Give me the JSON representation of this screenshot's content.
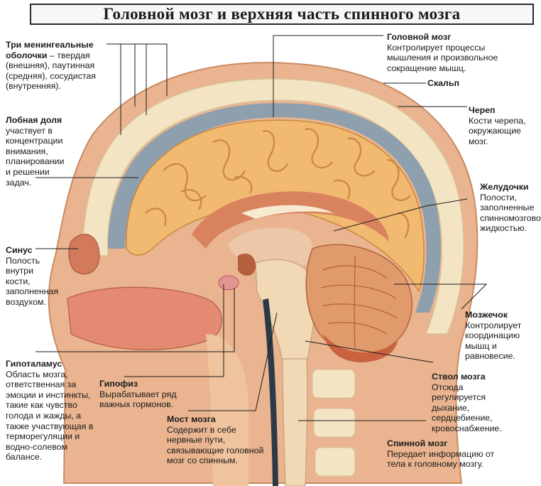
{
  "title": "Головной мозг и верхняя часть спинного мозга",
  "colors": {
    "skin": "#e9b48f",
    "bone": "#f3e4c4",
    "dura": "#8ea0ad",
    "brain": "#f2b971",
    "deep": "#d9835e",
    "cerebellum": "#e19a6c"
  },
  "labels": {
    "meninges": {
      "name": "Три менингеальные оболочки",
      "desc": "– твердая (внешняя), паутинная (средняя), сосудистая (внутренняя)."
    },
    "frontal": {
      "name": "Лобная доля",
      "desc": "участвует в концентрации внимания, планировании и решении задач."
    },
    "sinus": {
      "name": "Синус",
      "desc": "Полость внутри кости, заполненная воздухом."
    },
    "hypothalamus": {
      "name": "Гипоталамус",
      "desc": "Область мозга, ответственная за эмоции и инстинкты, такие как чувство голода и жажды, а также участвующая в терморегуляции и водно-солевом балансе."
    },
    "pituitary": {
      "name": "Гипофиз",
      "desc": "Вырабатывает ряд важных гормонов."
    },
    "pons": {
      "name": "Мост мозга",
      "desc": "Содержит в себе нервные пути, связывающие головной мозг со спинным."
    },
    "brain": {
      "name": "Головной мозг",
      "desc": "Контролирует процессы мышления и произвольное сокращение мышц."
    },
    "scalp": {
      "name": "Скальп"
    },
    "skull": {
      "name": "Череп",
      "desc": "Кости черепа, окружающие мозг."
    },
    "ventricles": {
      "name": "Желудочки",
      "desc": "Полости, заполненные спинномозговой жидкостью."
    },
    "cerebellum": {
      "name": "Мозжечок",
      "desc": "Контролирует координацию мышц и равновесие."
    },
    "brainstem": {
      "name": "Ствол мозга",
      "desc": "Отсюда регулируется дыхание, сердцебиение, кровоснабжение."
    },
    "spinal": {
      "name": "Спинной мозг",
      "desc": "Передает информацию от тела к головному мозгу."
    }
  }
}
